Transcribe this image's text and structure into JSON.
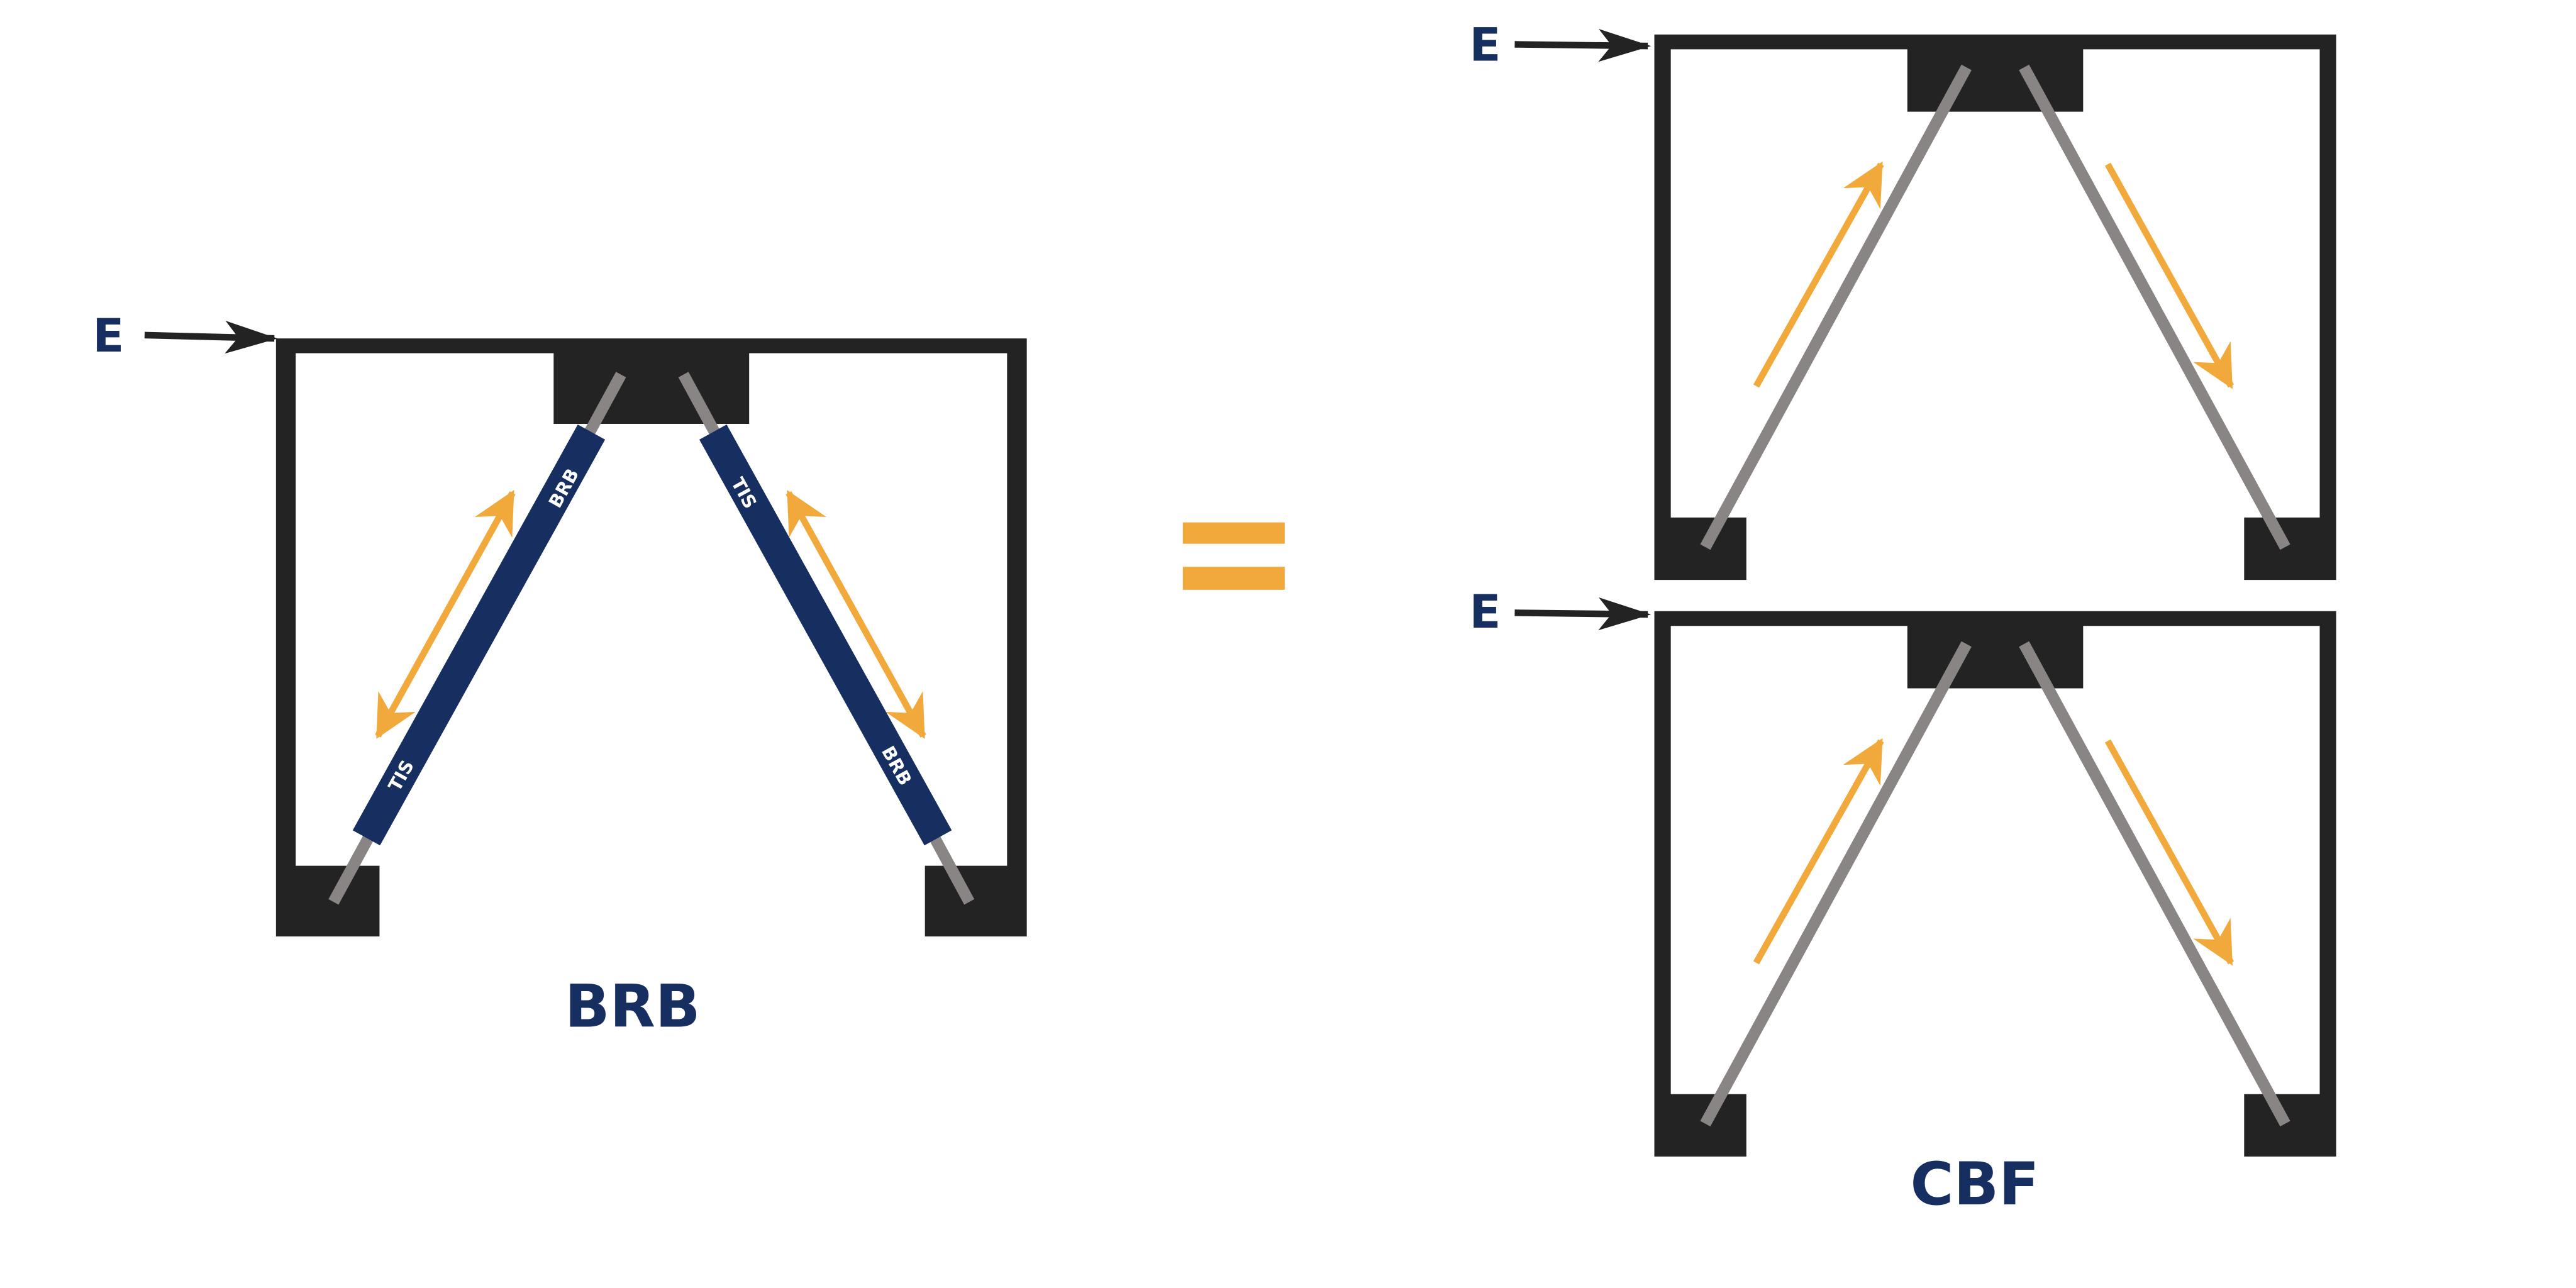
{
  "brb_diagram": {
    "title": "BRB",
    "load_label": "E",
    "left_brace": {
      "upper_label": "BRB",
      "lower_label": "TIS"
    },
    "right_brace": {
      "upper_label": "TIS",
      "lower_label": "BRB"
    }
  },
  "equals_symbol": "=",
  "cbf_diagram": {
    "title": "CBF",
    "top_frame": {
      "load_label": "E"
    },
    "bottom_frame": {
      "load_label": "E"
    }
  },
  "colors": {
    "navy": "#162e60",
    "frame": "#232323",
    "brace": "#8a8585",
    "force": "#f0a93a"
  }
}
